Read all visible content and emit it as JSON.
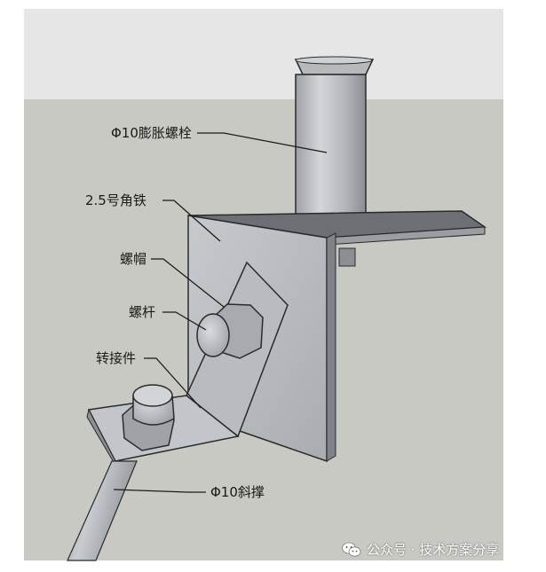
{
  "labels": {
    "expansion_bolt": "Φ10膨胀螺栓",
    "angle_iron": "2.5号角铁",
    "nut": "螺帽",
    "bolt_rod": "螺杆",
    "adapter": "转接件",
    "diagonal_brace": "Φ10斜撑"
  },
  "watermark": {
    "icon": "wechat-icon",
    "text": "公众号 · 技术方案分享"
  },
  "colors": {
    "ceiling": "#e3e3e3",
    "wall": "#c9c9c4",
    "steel_light": "#c4c7cb",
    "steel_dark": "#8d9196",
    "edge": "#2a2a2a"
  }
}
